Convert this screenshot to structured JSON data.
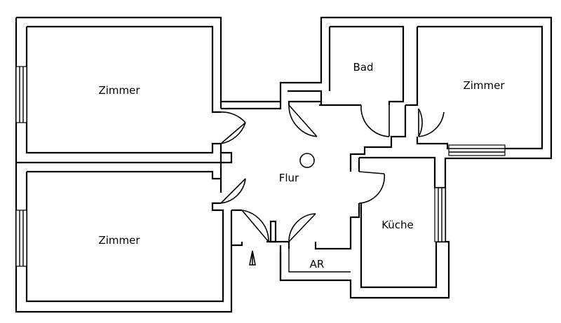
{
  "rooms": {
    "zimmer_top_left": "Zimmer",
    "zimmer_bottom_left": "Zimmer",
    "bad": "Bad",
    "zimmer_right": "Zimmer",
    "flur": "Flur",
    "kueche": "Küche",
    "ar": "AR"
  }
}
